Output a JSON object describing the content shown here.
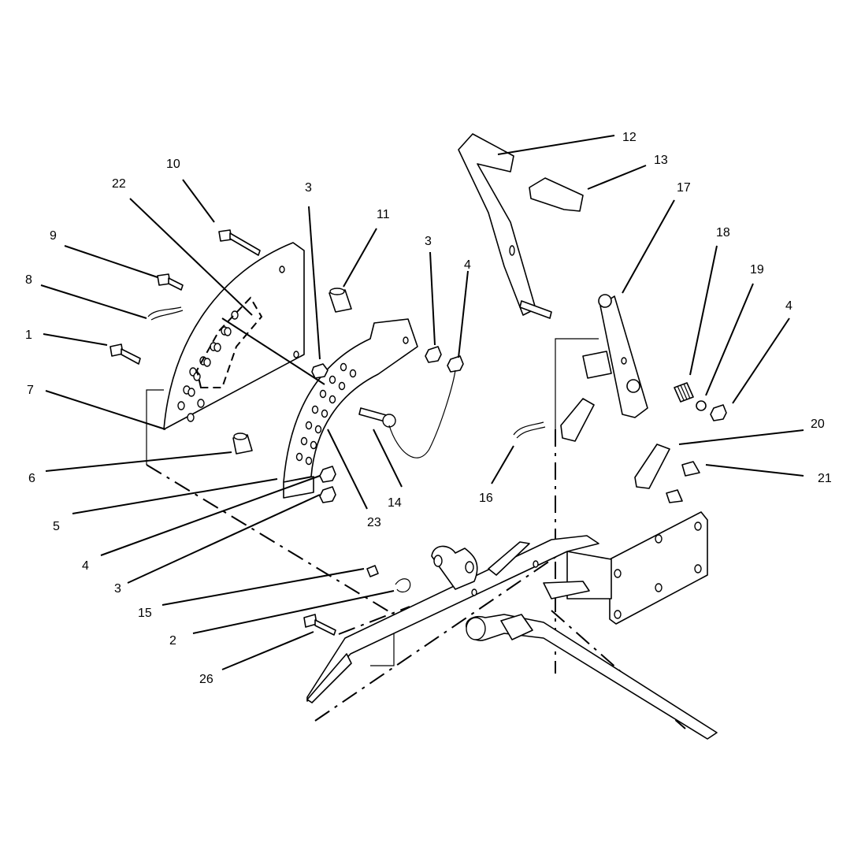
{
  "diagram": {
    "callouts": [
      {
        "id": "c1",
        "text": "1"
      },
      {
        "id": "c2",
        "text": "2"
      },
      {
        "id": "c3a",
        "text": "3"
      },
      {
        "id": "c3b",
        "text": "3"
      },
      {
        "id": "c3c",
        "text": "3"
      },
      {
        "id": "c4a",
        "text": "4"
      },
      {
        "id": "c4b",
        "text": "4"
      },
      {
        "id": "c4c",
        "text": "4"
      },
      {
        "id": "c5",
        "text": "5"
      },
      {
        "id": "c6",
        "text": "6"
      },
      {
        "id": "c7",
        "text": "7"
      },
      {
        "id": "c8",
        "text": "8"
      },
      {
        "id": "c9",
        "text": "9"
      },
      {
        "id": "c10",
        "text": "10"
      },
      {
        "id": "c11",
        "text": "11"
      },
      {
        "id": "c12",
        "text": "12"
      },
      {
        "id": "c13",
        "text": "13"
      },
      {
        "id": "c14",
        "text": "14"
      },
      {
        "id": "c15",
        "text": "15"
      },
      {
        "id": "c16",
        "text": "16"
      },
      {
        "id": "c17",
        "text": "17"
      },
      {
        "id": "c18",
        "text": "18"
      },
      {
        "id": "c19",
        "text": "19"
      },
      {
        "id": "c20",
        "text": "20"
      },
      {
        "id": "c21",
        "text": "21"
      },
      {
        "id": "c22",
        "text": "22"
      },
      {
        "id": "c23",
        "text": "23"
      },
      {
        "id": "c26",
        "text": "26"
      }
    ]
  }
}
